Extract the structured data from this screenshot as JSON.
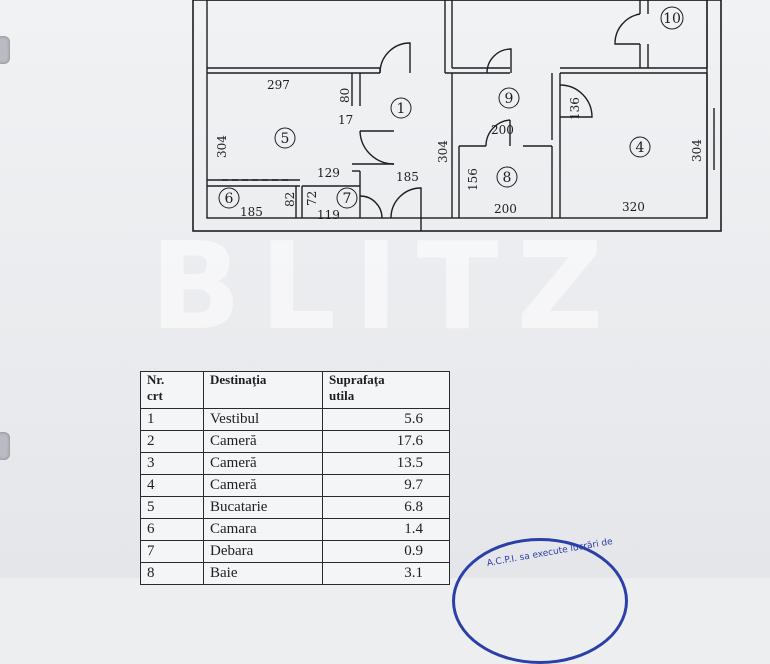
{
  "watermark": "BLITZ",
  "plan": {
    "room_numbers": [
      "1",
      "4",
      "5",
      "6",
      "7",
      "8",
      "9",
      "10"
    ],
    "dimensions": [
      "297",
      "80",
      "17",
      "304",
      "129",
      "185",
      "82",
      "72",
      "119",
      "185",
      "304",
      "200",
      "156",
      "200",
      "136",
      "304",
      "320"
    ]
  },
  "table": {
    "headers": {
      "nr": "Nr.\ncrt",
      "dest": "Destinaţia",
      "suprafata": "Suprafaţa\nutila"
    },
    "rows": [
      {
        "nr": "1",
        "dest": "Vestibul",
        "area": "5.6"
      },
      {
        "nr": "2",
        "dest": "Cameră",
        "area": "17.6"
      },
      {
        "nr": "3",
        "dest": "Cameră",
        "area": "13.5"
      },
      {
        "nr": "4",
        "dest": "Cameră",
        "area": "9.7"
      },
      {
        "nr": "5",
        "dest": "Bucatarie",
        "area": "6.8"
      },
      {
        "nr": "6",
        "dest": "Camara",
        "area": "1.4"
      },
      {
        "nr": "7",
        "dest": "Debara",
        "area": "0.9"
      },
      {
        "nr": "8",
        "dest": "Baie",
        "area": "3.1"
      }
    ]
  },
  "stamp": {
    "text": "A.C.P.I. sa execute lucrări de"
  },
  "colors": {
    "ink": "#1e1e22",
    "stamp": "#2b3fa8",
    "paper": "#eceef0"
  }
}
